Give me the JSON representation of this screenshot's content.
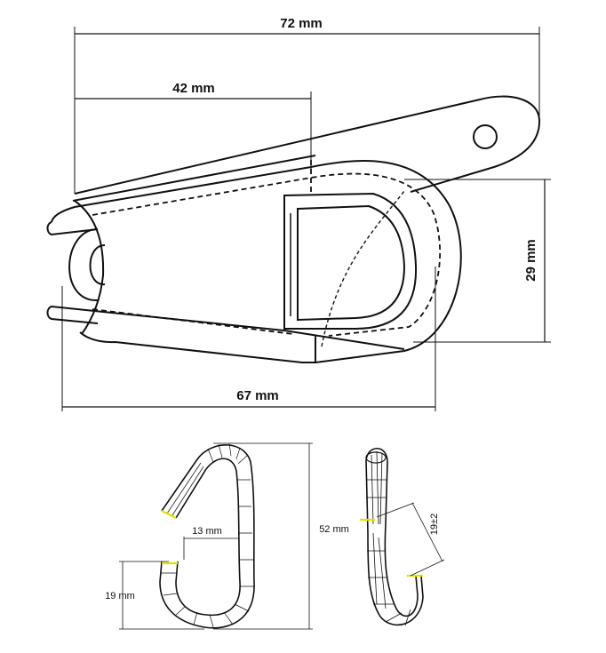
{
  "top_drawing": {
    "dim_overall_length": "72 mm",
    "dim_sleeve_length": "42 mm",
    "dim_height": "29 mm",
    "dim_body_length": "67 mm"
  },
  "bottom_left_hook": {
    "dim_height": "52 mm",
    "dim_gap": "13 mm",
    "dim_bottom": "19 mm"
  },
  "bottom_right_hook": {
    "dim_offset": "19±2"
  },
  "colors": {
    "line": "#111111",
    "hook_end_highlight": "#e8e000"
  }
}
